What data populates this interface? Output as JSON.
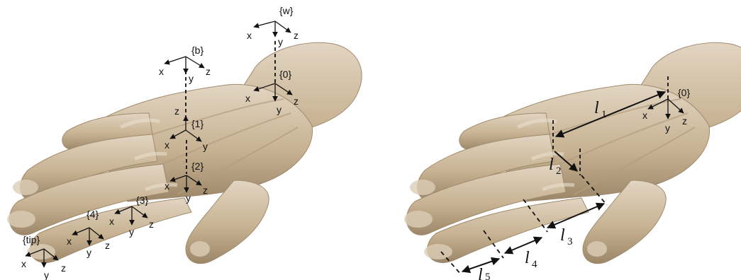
{
  "colors": {
    "skin": "#c9b497",
    "skin_dark": "#8e7a60",
    "skin_light": "#e7dccb",
    "ink": "#111111"
  },
  "left_panel": {
    "frames": {
      "w": {
        "label": "{w}",
        "axes": [
          "x",
          "y",
          "z"
        ]
      },
      "b": {
        "label": "{b}",
        "axes": [
          "x",
          "y",
          "z"
        ]
      },
      "f0": {
        "label": "{0}",
        "axes": [
          "x",
          "y",
          "z"
        ]
      },
      "f1": {
        "label": "{1}",
        "axes": [
          "z",
          "x",
          "y"
        ]
      },
      "f2": {
        "label": "{2}",
        "axes": [
          "x",
          "y",
          "z"
        ]
      },
      "f3": {
        "label": "{3}",
        "axes": [
          "x",
          "y",
          "z"
        ]
      },
      "f4": {
        "label": "{4}",
        "axes": [
          "x",
          "y",
          "z"
        ]
      },
      "tip": {
        "label": "{tip}",
        "axes": [
          "x",
          "y",
          "z"
        ]
      }
    }
  },
  "right_panel": {
    "frame0": {
      "label": "{0}",
      "axes": [
        "x",
        "y",
        "z"
      ]
    },
    "lengths": [
      {
        "base": "l",
        "sub": "1"
      },
      {
        "base": "l",
        "sub": "2"
      },
      {
        "base": "l",
        "sub": "3"
      },
      {
        "base": "l",
        "sub": "4"
      },
      {
        "base": "l",
        "sub": "5"
      }
    ]
  }
}
